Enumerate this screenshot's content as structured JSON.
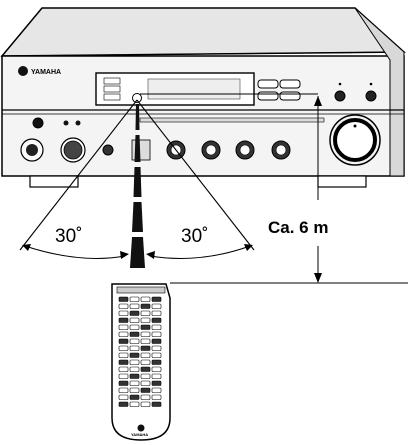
{
  "labels": {
    "angle_left": "30˚",
    "angle_right": "30˚",
    "distance": "Ca. 6 m"
  },
  "brand": {
    "receiver_logo": "YAMAHA",
    "remote_logo": "YAMAHA"
  },
  "values": {
    "angle_left_deg": 30,
    "angle_right_deg": 30,
    "distance_m": 6
  }
}
